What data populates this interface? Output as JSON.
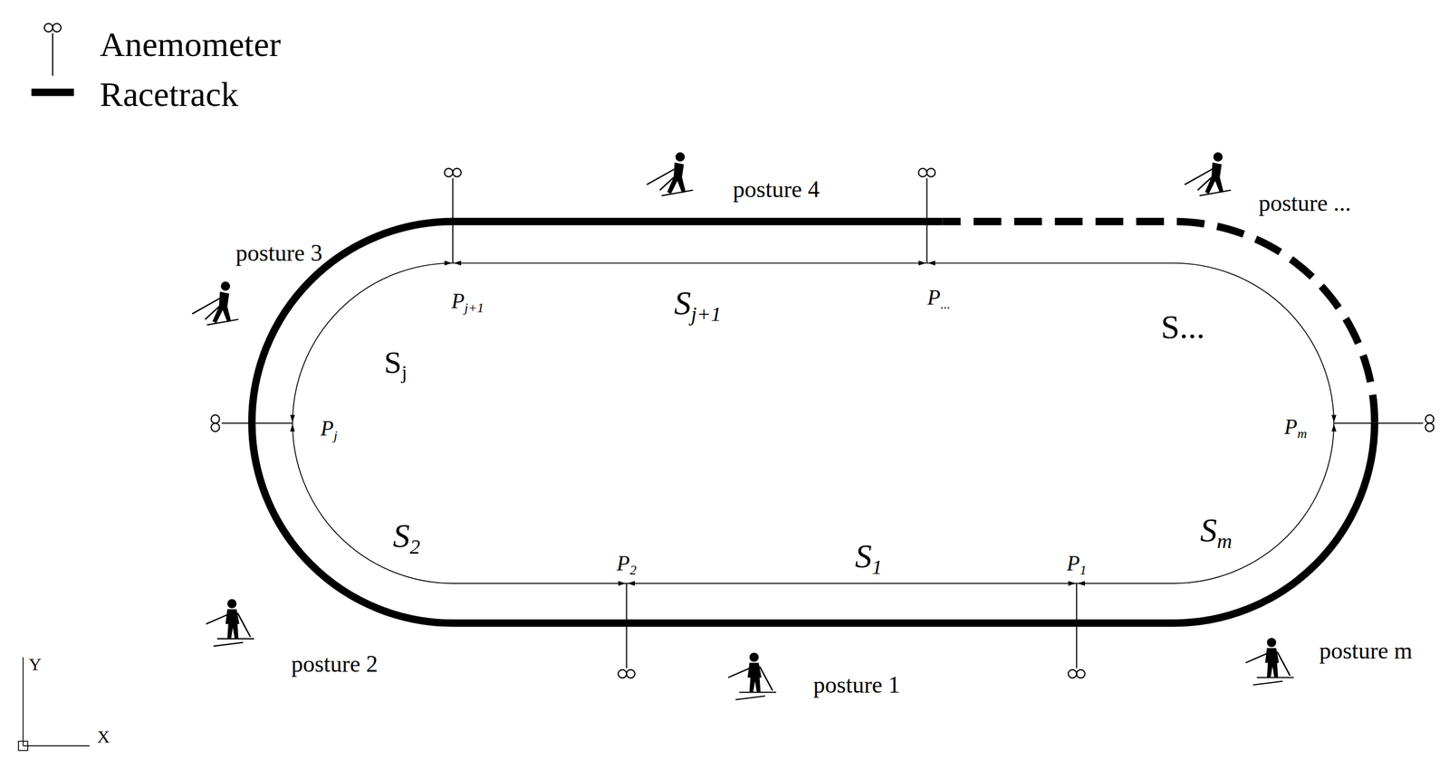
{
  "diagram": {
    "labels": [
      "P1",
      "P2",
      "Pj",
      "Pj+1",
      "P...",
      "Pm",
      "S1",
      "S2",
      "Sj",
      "Sj+1",
      "S...",
      "Sm",
      "posture 1",
      "posture 2",
      "posture 3",
      "posture 4",
      "posture ...",
      "posture m",
      "Y",
      "X"
    ],
    "legend": [
      {
        "text": "Anemometer"
      },
      {
        "text": "Racetrack"
      }
    ]
  }
}
